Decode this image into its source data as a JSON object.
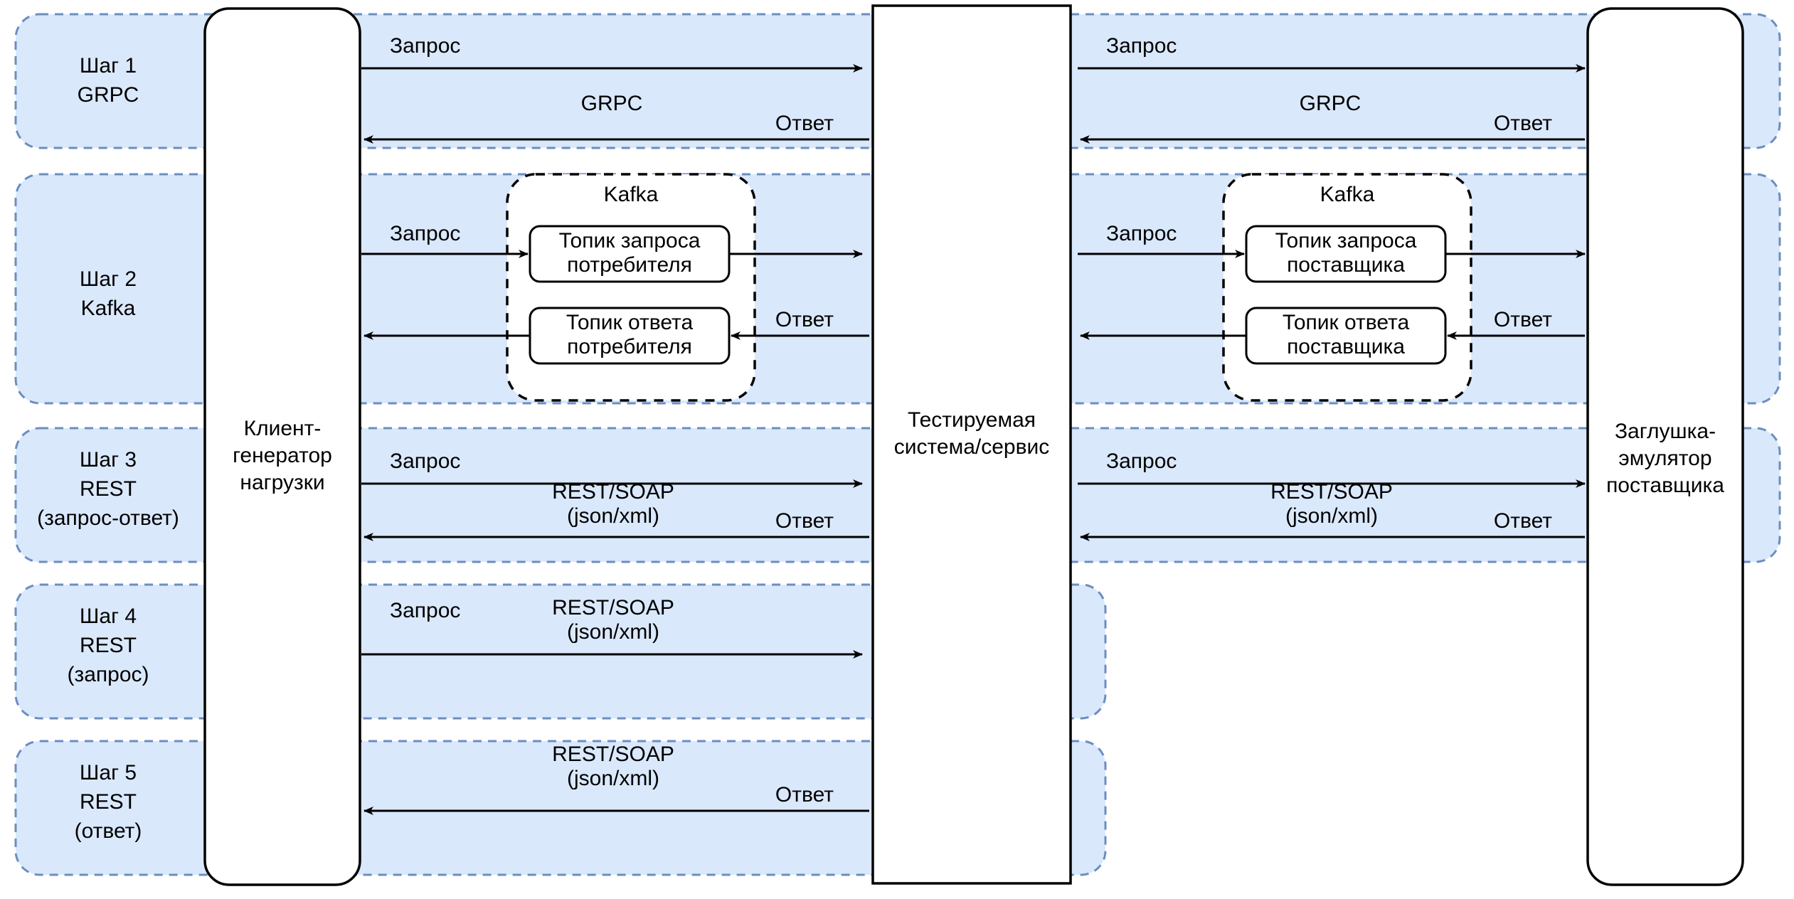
{
  "diagram": {
    "title": "Load testing interaction diagram",
    "colors": {
      "band_fill": "#dae8fc",
      "band_stroke": "#6c8ebf",
      "box_fill": "#ffffff",
      "box_stroke": "#000000",
      "background": "#ffffff"
    }
  },
  "actors": {
    "client": {
      "label": "Клиент-\nгенератор\nнагрузки",
      "lines": [
        "Клиент-",
        "генератор",
        "нагрузки"
      ]
    },
    "sut": {
      "label": "Тестируемая\nсистема/сервис",
      "lines": [
        "Тестируемая",
        "система/сервис"
      ]
    },
    "stub": {
      "label": "Заглушка-\nэмулятор\nпоставщика",
      "lines": [
        "Заглушка-",
        "эмулятор",
        "поставщика"
      ]
    }
  },
  "steps": [
    {
      "id": "step1",
      "label_lines": [
        "Шаг 1",
        "GRPC"
      ],
      "protocol_left": [
        "GRPC"
      ],
      "protocol_right": [
        "GRPC"
      ],
      "request_label": "Запрос",
      "response_label": "Ответ",
      "has_right_half": true,
      "has_request": true,
      "has_response": true
    },
    {
      "id": "step2",
      "label_lines": [
        "Шаг 2",
        "Kafka"
      ],
      "broker_title": "Kafka",
      "topics_left": [
        {
          "lines": [
            "Топик запроса",
            "потребителя"
          ]
        },
        {
          "lines": [
            "Топик ответа",
            "потребителя"
          ]
        }
      ],
      "topics_right": [
        {
          "lines": [
            "Топик запроса",
            "поставщика"
          ]
        },
        {
          "lines": [
            "Топик ответа",
            "поставщика"
          ]
        }
      ],
      "request_label": "Запрос",
      "response_label": "Ответ",
      "has_right_half": true,
      "has_request": true,
      "has_response": true
    },
    {
      "id": "step3",
      "label_lines": [
        "Шаг 3",
        "REST",
        "(запрос-ответ)"
      ],
      "protocol_left": [
        "REST/SOAP",
        "(json/xml)"
      ],
      "protocol_right": [
        "REST/SOAP",
        "(json/xml)"
      ],
      "request_label": "Запрос",
      "response_label": "Ответ",
      "has_right_half": true,
      "has_request": true,
      "has_response": true
    },
    {
      "id": "step4",
      "label_lines": [
        "Шаг 4",
        "REST",
        "(запрос)"
      ],
      "protocol_left": [
        "REST/SOAP",
        "(json/xml)"
      ],
      "request_label": "Запрос",
      "response_label": "",
      "has_right_half": false,
      "has_request": true,
      "has_response": false
    },
    {
      "id": "step5",
      "label_lines": [
        "Шаг 5",
        "REST",
        "(ответ)"
      ],
      "protocol_left": [
        "REST/SOAP",
        "(json/xml)"
      ],
      "request_label": "",
      "response_label": "Ответ",
      "has_right_half": false,
      "has_request": false,
      "has_response": true
    }
  ]
}
